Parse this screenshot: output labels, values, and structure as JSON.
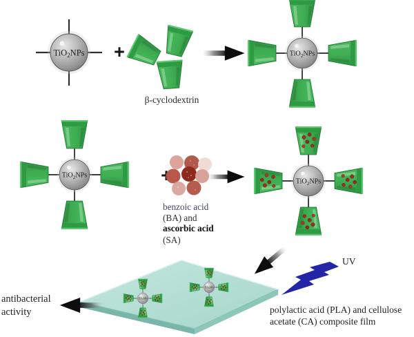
{
  "labels": {
    "np_tio": "TiO",
    "np_sub": "2",
    "np_nps": "NPs",
    "plus": "+",
    "beta_cyclodextrin": "β-cyclodextrin",
    "benzoic_acid": "benzoic acid",
    "ba_and": "(BA) and",
    "ascorbic_acid": "ascorbic acid",
    "sa": "(SA)",
    "uv": "UV",
    "film_caption_line1": "polylactic acid (PLA) and cellulose",
    "film_caption_line2": "acetate (CA) composite film",
    "antibacterial_line1": "antibacterial",
    "antibacterial_line2": "activity"
  },
  "colors": {
    "cyclodextrin_green": "#3fae53",
    "cyclodextrin_green_dark": "#2c8c3f",
    "nanoparticle_gray": "#a8a8a8",
    "film_teal": "#b4dfd6",
    "film_edge_teal_right": "#8cc7ba",
    "film_edge_teal_left": "#79b5a8",
    "uv_bolt_blue": "#2424a8",
    "benzoic_text_blue": "#3e4468",
    "arrow_black": "#0d0d0d",
    "text_black": "#272727",
    "molecule_reds": [
      "#dca49b",
      "#b15a4b",
      "#f0dcd5",
      "#b8584a",
      "#8f2a1e",
      "#d8a298",
      "#dba9a0",
      "#b55c4e"
    ]
  }
}
